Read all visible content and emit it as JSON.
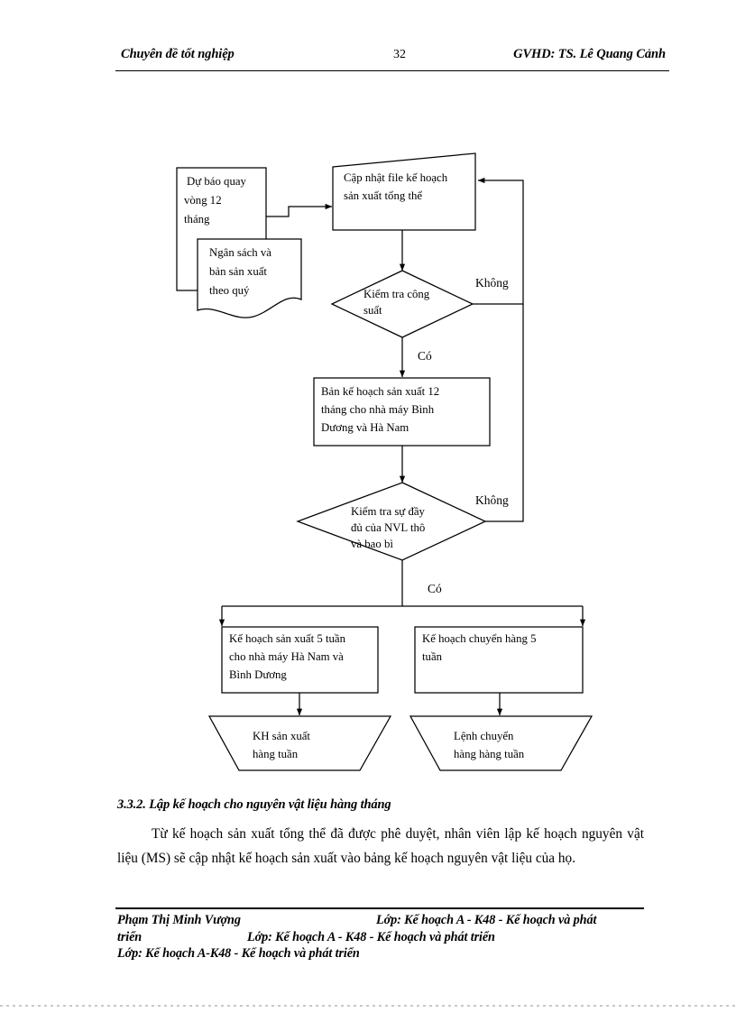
{
  "header": {
    "left_title": "Chuyên đề tốt nghiệp",
    "page_number": "32",
    "right_title": "GVHD: TS. Lê Quang Cảnh"
  },
  "flowchart": {
    "nodes": {
      "forecast": {
        "shape": "rectangle",
        "lines": [
          "Dự báo quay",
          "vòng 12",
          "tháng"
        ]
      },
      "budget_doc": {
        "shape": "document",
        "lines": [
          "Ngân sách và",
          "bản sản xuất",
          "theo quý"
        ]
      },
      "update_master_file": {
        "shape": "skewed-rectangle",
        "lines": [
          "Cập nhật file kế hoạch",
          "sản xuất tổng thể"
        ]
      },
      "check_capacity": {
        "shape": "diamond",
        "lines": [
          "Kiểm tra công",
          "suất"
        ]
      },
      "plan_12_months": {
        "shape": "rectangle",
        "lines": [
          "Bản kế hoạch sản xuất 12",
          "tháng cho nhà máy Bình",
          "Dương và Hà Nam"
        ]
      },
      "check_materials": {
        "shape": "diamond",
        "lines": [
          "Kiểm tra sự đầy",
          "đủ của NVL thô",
          "và bao bì"
        ]
      },
      "plan_5_weeks": {
        "shape": "rectangle",
        "lines": [
          "Kế hoạch sản xuất 5 tuần",
          "cho nhà máy Hà Nam và",
          "Bình Dương"
        ]
      },
      "shipping_plan_5_weeks": {
        "shape": "rectangle",
        "lines": [
          "Kế hoạch chuyển hàng 5",
          "tuần"
        ]
      },
      "weekly_production_output": {
        "shape": "trapezoid",
        "lines": [
          "KH sản xuất",
          "hàng tuần"
        ]
      },
      "weekly_shipping_output": {
        "shape": "trapezoid",
        "lines": [
          "Lệnh chuyển",
          "hàng hàng tuần"
        ]
      }
    },
    "edge_labels": {
      "capacity_no": "Không",
      "capacity_yes": "Có",
      "materials_no": "Không",
      "materials_yes": "Có"
    }
  },
  "content": {
    "section_heading": "3.3.2. Lập kế hoạch cho nguyên vật liệu hàng tháng",
    "paragraph": "Từ kế hoạch sản xuất tổng thể đã được phê duyệt, nhân viên lập kế hoạch nguyên vật liệu (MS) sẽ cập nhật kế hoạch sản xuất vào bảng kế hoạch nguyên vật liệu của họ."
  },
  "footer": {
    "author": "Phạm Thị Minh Vượng",
    "class_line_1": "Lớp: Kế hoạch A - K48 - Kế hoạch và phát",
    "continuation": "triển",
    "class_line_2": "Lớp: Kế hoạch A - K48 - Kế hoạch và phát triển",
    "class_line_3": "Lớp: Kế hoạch A-K48 - Kế hoạch và phát triển"
  }
}
